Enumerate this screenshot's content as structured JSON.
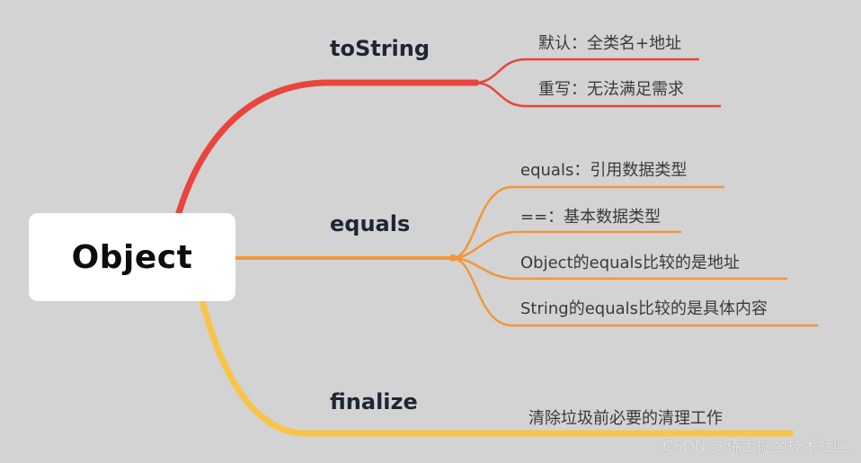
{
  "diagram": {
    "type": "mind-map",
    "background": "#d3d3d3",
    "root": {
      "label": "Object",
      "background": "#ffffff"
    },
    "branches": [
      {
        "label": "toString",
        "color": "#e8453c",
        "children": [
          {
            "label": "默认：全类名+地址"
          },
          {
            "label": "重写：无法满足需求"
          }
        ]
      },
      {
        "label": "equals",
        "color": "#f2963a",
        "children": [
          {
            "label": "equals：引用数据类型"
          },
          {
            "label": "==：基本数据类型"
          },
          {
            "label": "Object的equals比较的是地址"
          },
          {
            "label": "String的equals比较的是具体内容"
          }
        ]
      },
      {
        "label": "finalize",
        "color": "#f7c548",
        "children": [
          {
            "label": "清除垃圾前必要的清理工作"
          }
        ]
      }
    ]
  },
  "watermark": "CSDN @稀土掘金技术社区"
}
